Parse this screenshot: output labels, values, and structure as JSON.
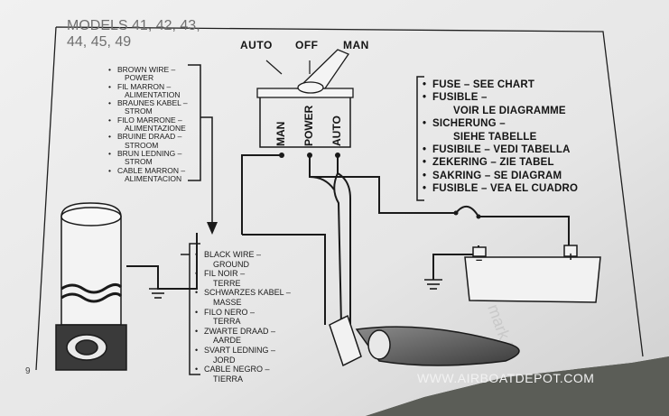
{
  "diagram": {
    "models_line1": "MODELS 41, 42, 43,",
    "models_line2": "44, 45, 49",
    "switch_positions": {
      "auto": "AUTO",
      "off": "OFF",
      "man": "MAN"
    },
    "switch_terminals": {
      "man": "MAN",
      "power": "POWER",
      "auto": "AUTO"
    },
    "brown_wire": [
      {
        "line": "BROWN WIRE –",
        "sub": "POWER"
      },
      {
        "line": "FIL MARRON –",
        "sub": "ALIMENTATION"
      },
      {
        "line": "BRAUNES KABEL –",
        "sub": "STROM"
      },
      {
        "line": "FILO MARRONE –",
        "sub": "ALIMENTAZIONE"
      },
      {
        "line": "BRUINE DRAAD –",
        "sub": "STROOM"
      },
      {
        "line": "BRUN LEDNING –",
        "sub": "STROM"
      },
      {
        "line": "CABLE MARRON –",
        "sub": "ALIMENTACION"
      }
    ],
    "fuse": [
      {
        "line": "FUSE – SEE CHART",
        "sub": ""
      },
      {
        "line": "FUSIBLE –",
        "sub": "VOIR LE DIAGRAMME"
      },
      {
        "line": "SICHERUNG –",
        "sub": "SIEHE TABELLE"
      },
      {
        "line": "FUSIBILE – VEDI TABELLA",
        "sub": ""
      },
      {
        "line": "ZEKERING – ZIE TABEL",
        "sub": ""
      },
      {
        "line": "SAKRING – SE DIAGRAM",
        "sub": ""
      },
      {
        "line": "FUSIBLE – VEA EL CUADRO",
        "sub": ""
      }
    ],
    "black_wire": [
      {
        "line": "BLACK WIRE –",
        "sub": "GROUND"
      },
      {
        "line": "FIL NOIR –",
        "sub": "TERRE"
      },
      {
        "line": "SCHWARZES KABEL –",
        "sub": "MASSE"
      },
      {
        "line": "FILO NERO –",
        "sub": "TERRA"
      },
      {
        "line": "ZWARTE DRAAD –",
        "sub": "AARDE"
      },
      {
        "line": "SVART LEDNING –",
        "sub": "JORD"
      },
      {
        "line": "CABLE NEGRO –",
        "sub": "TIERRA"
      }
    ],
    "battery_minus": "–",
    "battery_plus": "+",
    "website": "WWW.AIRBOATDEPOT.COM"
  },
  "colors": {
    "paper": "#e9e9e9",
    "line": "#1a1a1a",
    "background": "#5b5d57"
  }
}
